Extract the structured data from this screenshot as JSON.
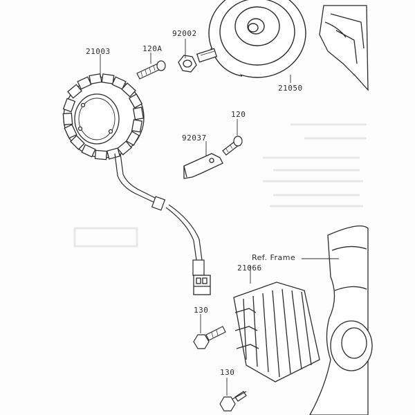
{
  "diagram": {
    "labels": {
      "stator": "21003",
      "stator_bolt": "120A",
      "flywheel_bolt": "92002",
      "flywheel": "21050",
      "clamp_bolt": "120",
      "clamp": "92037",
      "ref_frame": "Ref. Frame",
      "regulator": "21066",
      "regulator_bolt_upper": "130",
      "regulator_bolt_lower": "130"
    }
  },
  "colors": {
    "line": "#2a2a2a",
    "background": "#fdfdfd",
    "ghost": "#d9d9d9"
  }
}
